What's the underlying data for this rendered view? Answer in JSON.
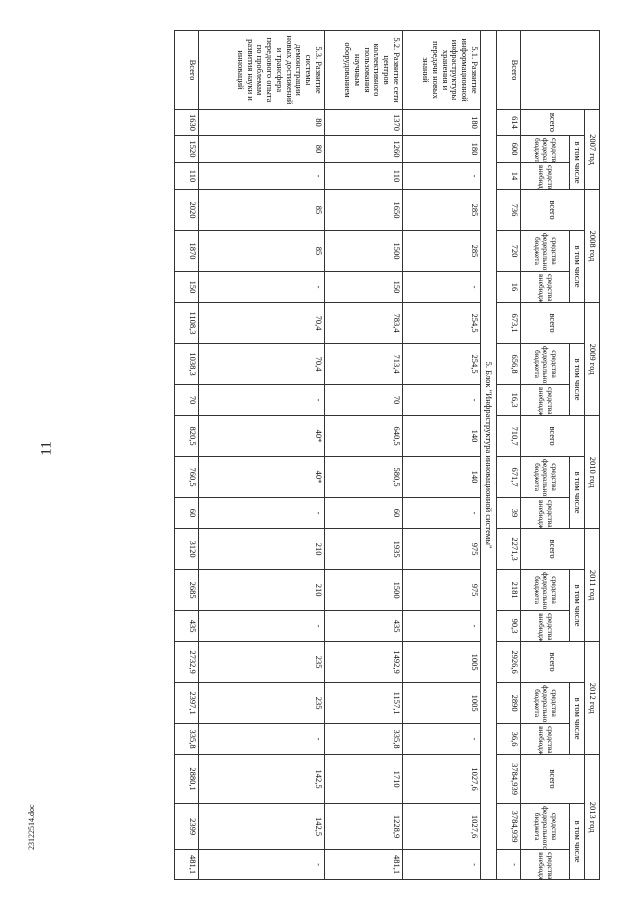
{
  "page_number": "11",
  "file_name": "23122514.doc",
  "years": [
    "2007 год",
    "2008 год",
    "2009 год",
    "2010 год",
    "2011 год",
    "2012 год",
    "2013 год"
  ],
  "header_labels": {
    "total": "всего",
    "including": "в том числе",
    "federal": "средства федерального бюджета",
    "extra": "средства внебюджетные"
  },
  "section_title": "5. Блок \"Инфраструктура инновационной системы\"",
  "rows": [
    {
      "label": "Всего",
      "values": [
        "614",
        "600",
        "14",
        "736",
        "720",
        "16",
        "673,1",
        "656,8",
        "16,3",
        "710,7",
        "671,7",
        "39",
        "2271,3",
        "2181",
        "90,3",
        "2926,6",
        "2890",
        "36,6",
        "3784,939",
        "3784,939",
        "-"
      ]
    },
    {
      "label": "5.1. Развитие информационной инфраструктуры хранения и передачи новых знаний",
      "values": [
        "180",
        "180",
        "-",
        "285",
        "285",
        "-",
        "254,5",
        "254,5",
        "-",
        "140",
        "140",
        "-",
        "975",
        "975",
        "-",
        "1005",
        "1005",
        "-",
        "1027,6",
        "1027,6",
        "-"
      ]
    },
    {
      "label": "5.2. Развитие сети центров коллективного пользования научным оборудованием",
      "values": [
        "1370",
        "1260",
        "110",
        "1650",
        "1500",
        "150",
        "783,4",
        "713,4",
        "70",
        "640,5",
        "580,5",
        "60",
        "1935",
        "1500",
        "435",
        "1492,9",
        "1157,1",
        "335,8",
        "1710",
        "1228,9",
        "481,1"
      ]
    },
    {
      "label": "5.3. Развитие системы демонстрации новых достижений и трансфера передового опыта по проблемам развития науки и инноваций",
      "values": [
        "80",
        "80",
        "-",
        "85",
        "85",
        "-",
        "70,4",
        "70,4",
        "-",
        "40*",
        "40*",
        "-",
        "210",
        "210",
        "-",
        "235",
        "235",
        "-",
        "142,5",
        "142,5",
        "-"
      ]
    },
    {
      "label": "Всего",
      "values": [
        "1630",
        "1520",
        "110",
        "2020",
        "1870",
        "150",
        "1108,3",
        "1038,3",
        "70",
        "820,5",
        "760,5",
        "60",
        "3120",
        "2685",
        "435",
        "2732,9",
        "2397,1",
        "335,8",
        "2880,1",
        "2399",
        "481,1"
      ]
    }
  ]
}
